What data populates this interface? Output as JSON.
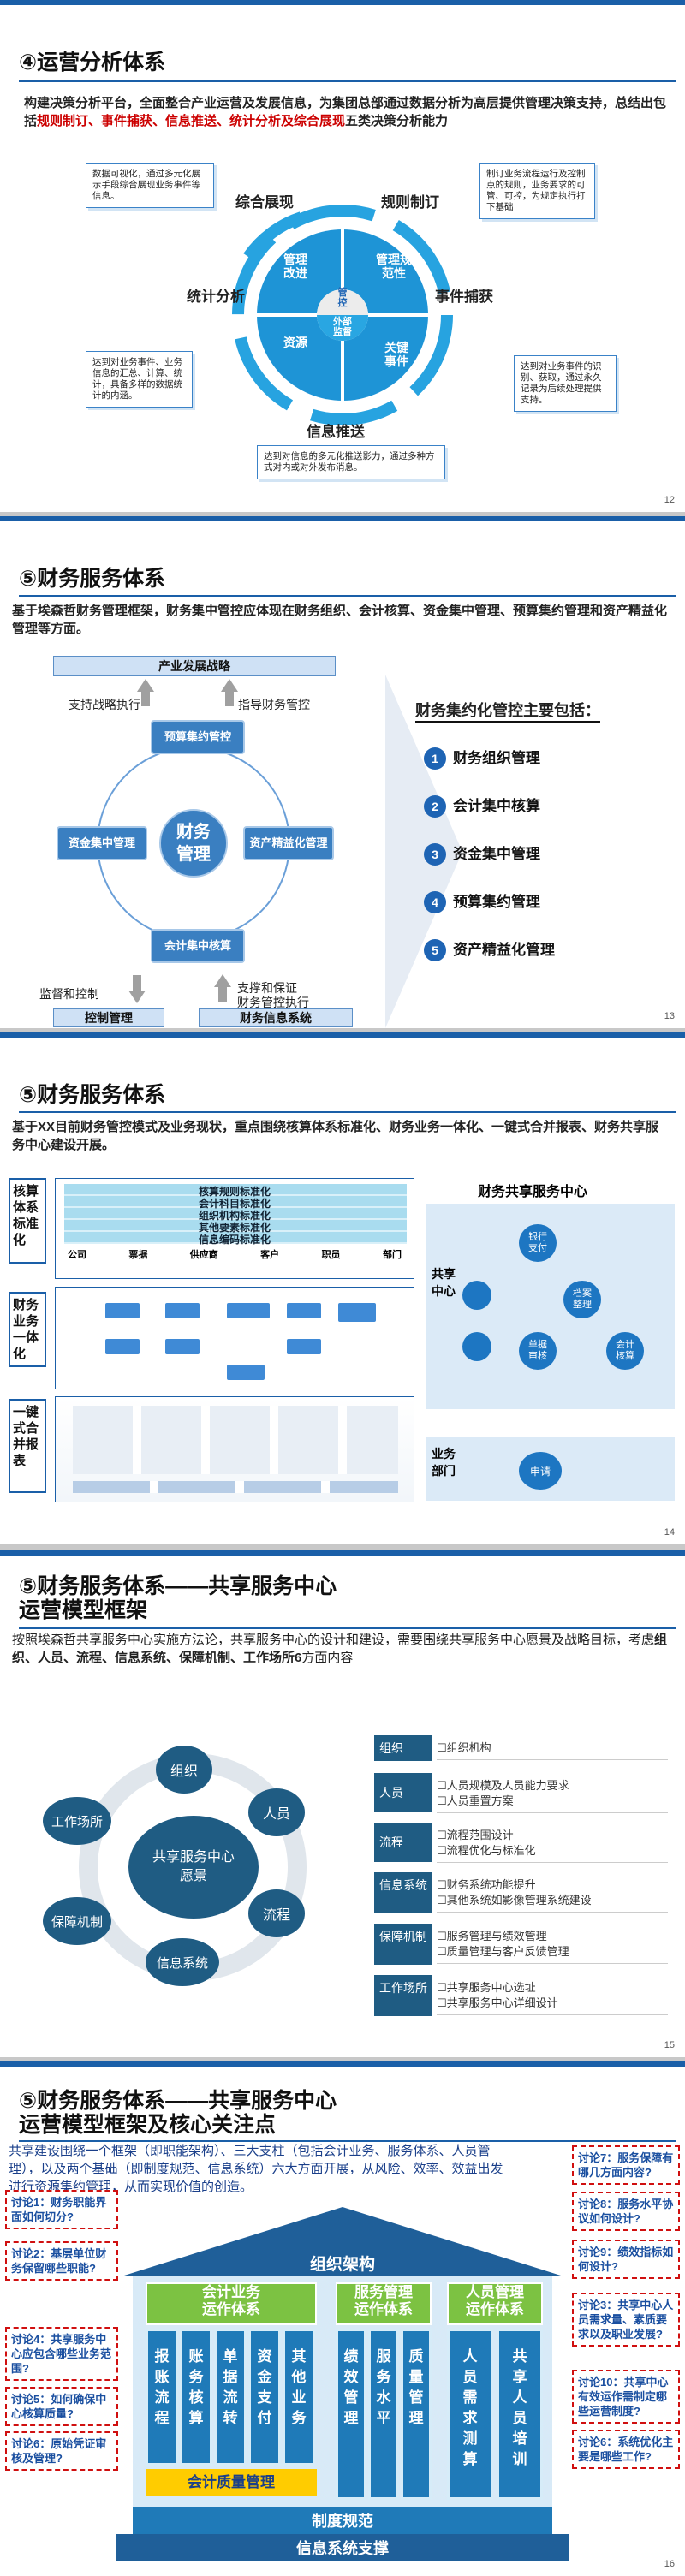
{
  "s1": {
    "title": "④运营分析体系",
    "para_pre": "构建决策分析平台，全面整合产业运营及发展信息，为集团总部通过数据分析为高层提供管理决策支持，总结出包括",
    "para_red": "规则制订、事件捕获、信息推送、统计分析及综合展现",
    "para_post": "五类决策分析能力",
    "lbl_tl": "综合展现",
    "lbl_tr": "规则制订",
    "lbl_r": "事件捕获",
    "lbl_b": "信息推送",
    "lbl_l": "统计分析",
    "box_tl": "数据可视化，通过多元化展示手段综合展现业务事件等信息。",
    "box_tr": "制订业务流程运行及控制点的规则，业务要求的可管、可控，为规定执行打下基础",
    "box_r": "达到对业务事件的识别、获取，通过永久记录为后续处理提供支持。",
    "box_b": "达到对信息的多元化推送影力，通过多种方式对内或对外发布消息。",
    "box_l": "达到对业务事件、业务信息的汇总、计算、统计，具备多样的数据统计的内涵。",
    "w_tl": "管理\n改进",
    "w_tr": "管理规\n范性",
    "w_r": "关键\n事件",
    "w_l": "资源",
    "c_top": "管\n控",
    "c_bot": "外部\n监督",
    "page": "12"
  },
  "s2": {
    "title": "⑤财务服务体系",
    "para": "基于埃森哲财务管理框架，财务集中管控应体现在财务组织、会计核算、资金集中管理、预算集约管理和资产精益化管理等方面。",
    "top_bar": "产业发展战略",
    "support": "支持战略执行",
    "guide": "指导财务管控",
    "budget": "预算集约管控",
    "fund": "资金集中管理",
    "asset": "资产精益化管理",
    "acct": "会计集中核算",
    "center": "财务\n管理",
    "monitor": "监督和控制",
    "feedback": "支撑和保证\n财务管控执行",
    "bot1": "控制管理",
    "bot2": "财务信息系统",
    "list_title": "财务集约化管控主要包括：",
    "items": [
      "财务组织管理",
      "会计集中核算",
      "资金集中管理",
      "预算集约管理",
      "资产精益化管理"
    ],
    "page": "13"
  },
  "s3": {
    "title": "⑤财务服务体系",
    "para": "基于XX目前财务管控模式及业务现状，重点围绕核算体系标准化、财务业务一体化、一键式合并报表、财务共享服务中心建设开展。",
    "tag1": "核算体系标准化",
    "tag2": "财务业务一体化",
    "tag3": "一键式合并报表",
    "std_rows": [
      "核算规则标准化",
      "会计科目标准化",
      "组织机构标准化",
      "其他要素标准化",
      "信息编码标准化"
    ],
    "std_cols": [
      "公司",
      "票据",
      "供应商",
      "客户",
      "职员",
      "部门"
    ],
    "ssc_title": "财务共享服务中心",
    "ssc_left": "共享\n中心",
    "ssc_biz": "业务\n部门",
    "ssc_nodes": [
      "银行\n支付",
      "档案\n整理",
      "单据\n审核",
      "会计\n核算",
      "申请"
    ],
    "page": "14"
  },
  "s4": {
    "title": "⑤财务服务体系——共享服务中心\n运营模型框架",
    "para_pre": "按照埃森哲共享服务中心实施方法论，共享服务中心的设计和建设，需要围绕共享服务中心愿景及战略目标，考虑",
    "para_bold": "组织、人员、流程、信息系统、保障机制、工作场所6",
    "para_post": "方面内容",
    "center": "共享服务中心\n愿景",
    "circles": [
      "组织",
      "人员",
      "流程",
      "信息系统",
      "保障机制",
      "工作场所"
    ],
    "cats": [
      {
        "name": "组织",
        "items": [
          "组织机构"
        ]
      },
      {
        "name": "人员",
        "items": [
          "人员规模及人员能力要求",
          "人员重置方案"
        ]
      },
      {
        "name": "流程",
        "items": [
          "流程范围设计",
          "流程优化与标准化"
        ]
      },
      {
        "name": "信息系统",
        "items": [
          "财务系统功能提升",
          "其他系统如影像管理系统建设"
        ]
      },
      {
        "name": "保障机制",
        "items": [
          "服务管理与绩效管理",
          "质量管理与客户反馈管理"
        ]
      },
      {
        "name": "工作场所",
        "items": [
          "共享服务中心选址",
          "共享服务中心详细设计"
        ]
      }
    ],
    "page": "15"
  },
  "s5": {
    "title": "⑤财务服务体系——共享服务中心\n运营模型框架及核心关注点",
    "para": "共享建设围绕一个框架（即职能架构）、三大支柱（包括会计业务、服务体系、人员管理），以及两个基础（即制度规范、信息系统）六大方面开展，从风险、效率、效益出发进行资源集约管理，从而实现价值的创造。",
    "roof": "组织架构",
    "g1": "会计业务\n运作体系",
    "g2": "服务管理\n运作体系",
    "g3": "人员管理\n运作体系",
    "cols": [
      "报账流程",
      "账务核算",
      "单据流转",
      "资金支付",
      "其他业务",
      "绩效管理",
      "服务水平",
      "质量管理",
      "人员需求测算",
      "共享人员培训"
    ],
    "acct_q": "会计质量管理",
    "base1": "制度规范",
    "base2": "信息系统支撑",
    "left_q": [
      "讨论1：财务职能界面如何切分?",
      "讨论2：基层单位财务保留哪些职能?",
      "讨论4：共享服务中心应包含哪些业务范围?",
      "讨论5：如何确保中心核算质量?",
      "讨论6：原始凭证审核及管理?"
    ],
    "right_q": [
      "讨论7：服务保障有哪几方面内容?",
      "讨论8：服务水平协议如何设计?",
      "讨论9：绩效指标如何设计?",
      "讨论3：共享中心人员需求量、素质要求以及职业发展?",
      "讨论10：共享中心有效运作需制定哪些运营制度?",
      "讨论6：系统优化主要是哪些工作?"
    ],
    "page": "16"
  }
}
